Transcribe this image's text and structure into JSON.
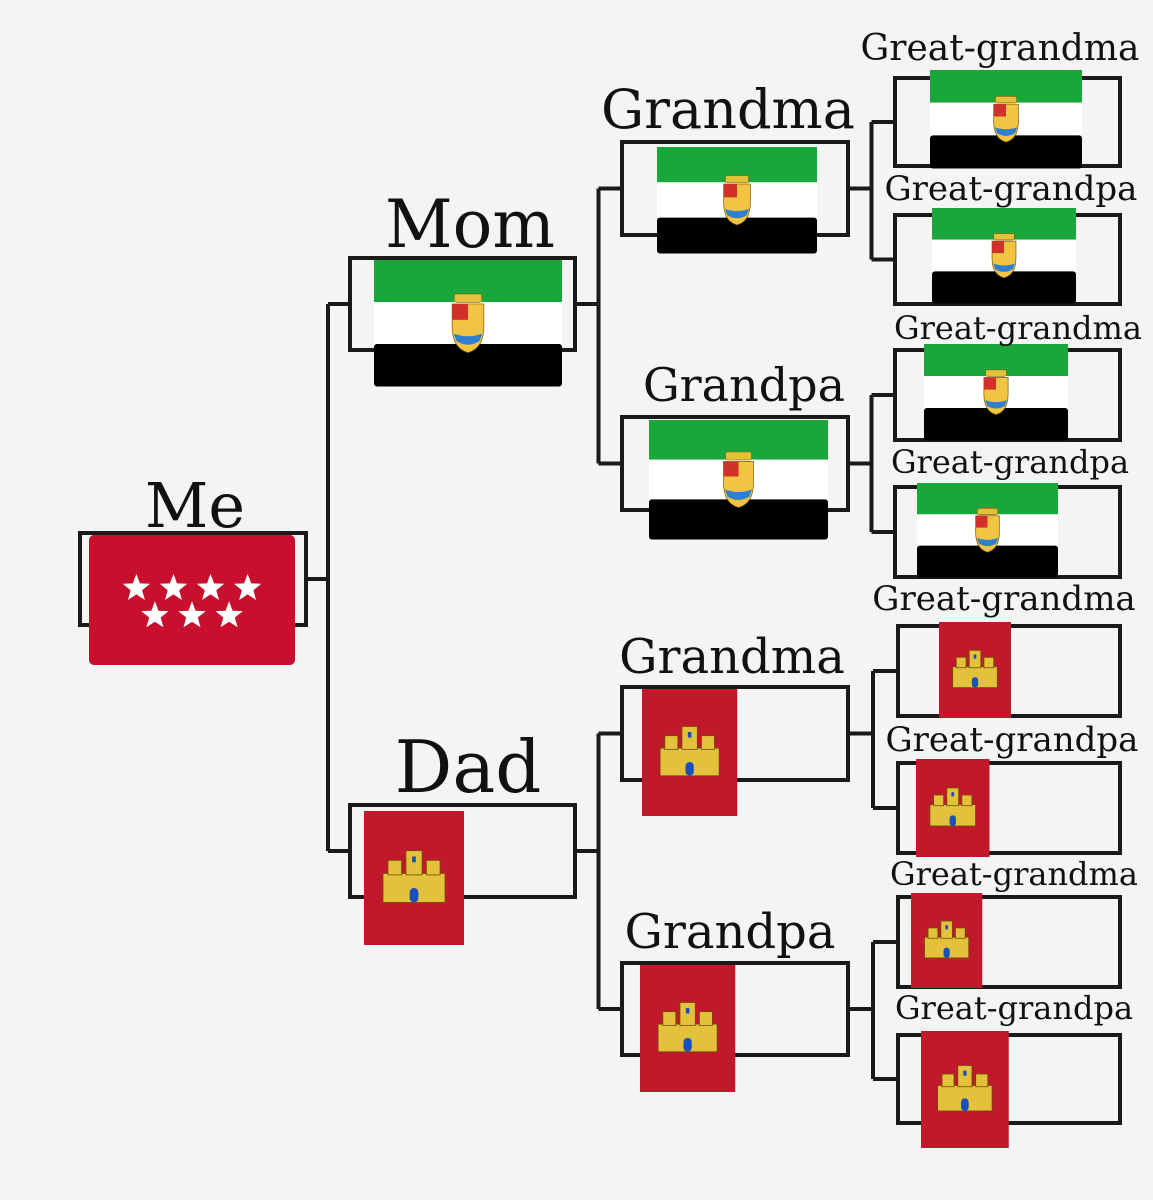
{
  "colors": {
    "line": "#1a1a1a",
    "madrid_red": "#c8102e",
    "extremadura_green": "#19a73c",
    "extremadura_black": "#000000",
    "castilla_crimson": "#c0192c",
    "castle_gold": "#e3c13b",
    "background": "#f4f4f4"
  },
  "flags": {
    "madrid": {
      "icon": "madrid-flag-seven-stars",
      "stars": 7
    },
    "extremadura": {
      "icon": "extremadura-flag-coat-of-arms"
    },
    "castilla_la_mancha": {
      "icon": "castilla-la-mancha-flag-castle"
    }
  },
  "nodes": [
    {
      "id": "me",
      "label": "Me",
      "flag": "madrid"
    },
    {
      "id": "mom",
      "label": "Mom",
      "flag": "extremadura"
    },
    {
      "id": "dad",
      "label": "Dad",
      "flag": "castilla_la_mancha"
    },
    {
      "id": "mom-grandma",
      "label": "Grandma",
      "flag": "extremadura"
    },
    {
      "id": "mom-grandpa",
      "label": "Grandpa",
      "flag": "extremadura"
    },
    {
      "id": "dad-grandma",
      "label": "Grandma",
      "flag": "castilla_la_mancha"
    },
    {
      "id": "dad-grandpa",
      "label": "Grandpa",
      "flag": "castilla_la_mancha"
    },
    {
      "id": "ggm-1",
      "label": "Great-grandma",
      "flag": "extremadura"
    },
    {
      "id": "ggp-1",
      "label": "Great-grandpa",
      "flag": "extremadura"
    },
    {
      "id": "ggm-2",
      "label": "Great-grandma",
      "flag": "extremadura"
    },
    {
      "id": "ggp-2",
      "label": "Great-grandpa",
      "flag": "extremadura"
    },
    {
      "id": "ggm-3",
      "label": "Great-grandma",
      "flag": "castilla_la_mancha"
    },
    {
      "id": "ggp-3",
      "label": "Great-grandpa",
      "flag": "castilla_la_mancha"
    },
    {
      "id": "ggm-4",
      "label": "Great-grandma",
      "flag": "castilla_la_mancha"
    },
    {
      "id": "ggp-4",
      "label": "Great-grandpa",
      "flag": "castilla_la_mancha"
    }
  ],
  "edges": [
    [
      "me",
      "mom"
    ],
    [
      "me",
      "dad"
    ],
    [
      "mom",
      "mom-grandma"
    ],
    [
      "mom",
      "mom-grandpa"
    ],
    [
      "dad",
      "dad-grandma"
    ],
    [
      "dad",
      "dad-grandpa"
    ],
    [
      "mom-grandma",
      "ggm-1"
    ],
    [
      "mom-grandma",
      "ggp-1"
    ],
    [
      "mom-grandpa",
      "ggm-2"
    ],
    [
      "mom-grandpa",
      "ggp-2"
    ],
    [
      "dad-grandma",
      "ggm-3"
    ],
    [
      "dad-grandma",
      "ggp-3"
    ],
    [
      "dad-grandpa",
      "ggm-4"
    ],
    [
      "dad-grandpa",
      "ggp-4"
    ]
  ]
}
